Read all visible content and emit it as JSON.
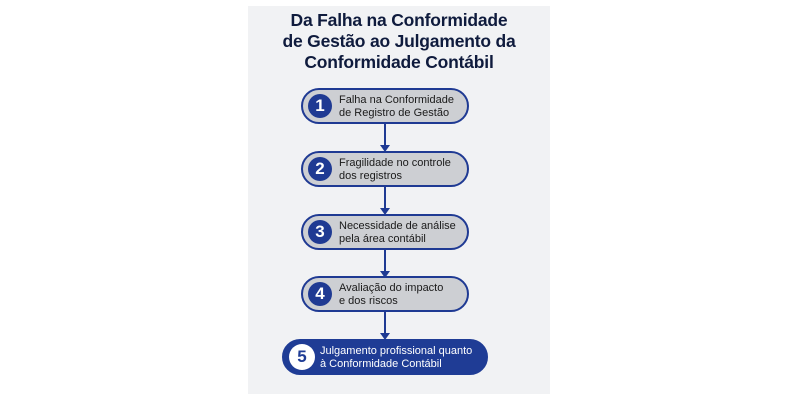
{
  "title": {
    "line1": "Da Falha na Conformidade",
    "line2": "de Gestão ao Julgamento da",
    "line3": "Conformidade Contábil"
  },
  "steps": [
    {
      "number": "1",
      "line1": "Falha na Conformidade",
      "line2": "de Registro de Gestão",
      "highlight": false
    },
    {
      "number": "2",
      "line1": "Fragilidade no controle",
      "line2": "dos registros",
      "highlight": false
    },
    {
      "number": "3",
      "line1": "Necessidade de análise",
      "line2": "pela área contábil",
      "highlight": false
    },
    {
      "number": "4",
      "line1": "Avaliação do impacto",
      "line2": "e dos riscos",
      "highlight": false
    },
    {
      "number": "5",
      "line1": "Julgamento profissional quanto",
      "line2": "à Conformidade Contábil",
      "highlight": true
    }
  ],
  "colors": {
    "accent": "#1f3a93",
    "step_fill": "#cdcfd3",
    "highlight_fill": "#1f3c95",
    "title": "#0f1b3d"
  }
}
